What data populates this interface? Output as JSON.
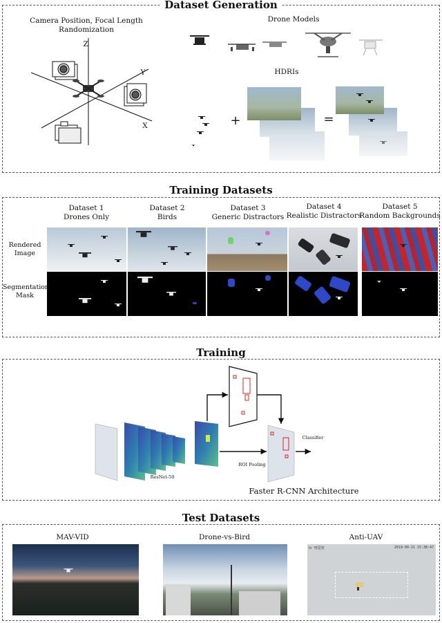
{
  "sections": {
    "generation": {
      "title": "Dataset Generation",
      "camera_label": "Camera Position, Focal Length Randomization",
      "axis_x": "X",
      "axis_y": "Y",
      "axis_z": "Z",
      "drone_models_label": "Drone Models",
      "hdris_label": "HDRIs",
      "plus": "+",
      "equals": "="
    },
    "training_datasets": {
      "title": "Training Datasets",
      "row_rendered": "Rendered Image",
      "row_mask": "Segmentation Mask",
      "datasets": [
        {
          "num": "Dataset 1",
          "name": "Drones Only"
        },
        {
          "num": "Dataset 2",
          "name": "Birds"
        },
        {
          "num": "Dataset 3",
          "name": "Generic Distractors"
        },
        {
          "num": "Dataset 4",
          "name": "Realistic Distractors"
        },
        {
          "num": "Dataset 5",
          "name": "Random Backgrounds"
        }
      ]
    },
    "training": {
      "title": "Training",
      "backbone": "ResNet-50",
      "roi": "ROI Pooling",
      "classifier": "Classifier",
      "architecture": "Faster R-CNN Architecture"
    },
    "test_datasets": {
      "title": "Test Datasets",
      "sets": [
        "MAV-VID",
        "Drone-vs-Bird",
        "Anti-UAV"
      ],
      "antiuav_overlay_left": "Ⅳ 可见光",
      "antiuav_overlay_right": "2019-09-21 15:38:47"
    }
  },
  "colors": {
    "border": "#555555",
    "mask_blue": "#2f48c8",
    "box_red": "#e02020",
    "featmap": "#2e7fb0"
  }
}
